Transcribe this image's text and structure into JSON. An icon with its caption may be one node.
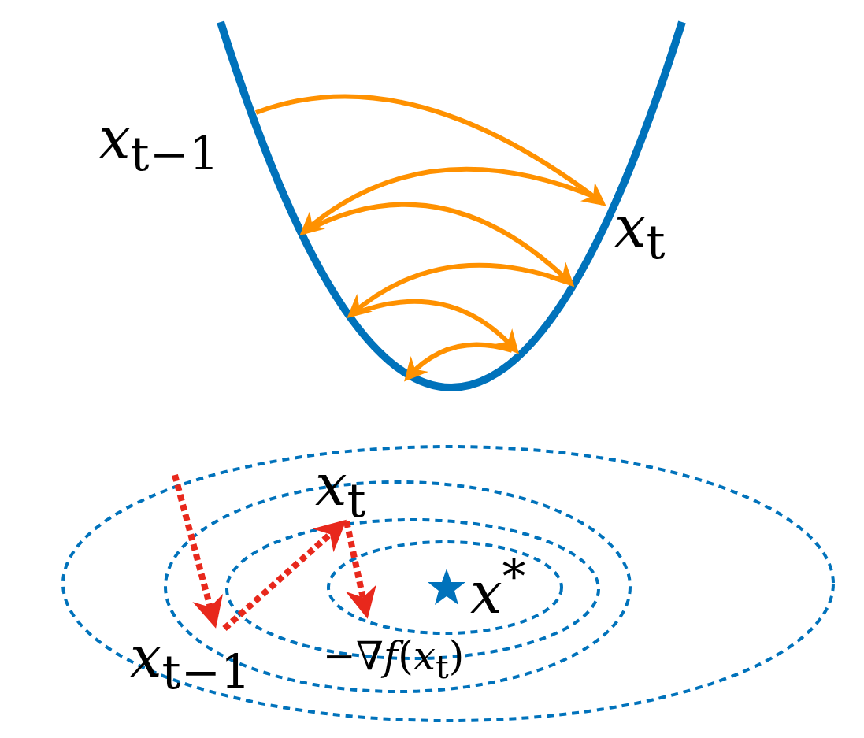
{
  "diagram": {
    "labels": [
      "*x*$_{t−1}$",
      "*x*$_{t}$",
      "*x*$_{t}$",
      "*x*$^{*}$",
      "*x*$_{t−1}$",
      "−∇*f*(*x*$_{t}$)"
    ]
  }
}
